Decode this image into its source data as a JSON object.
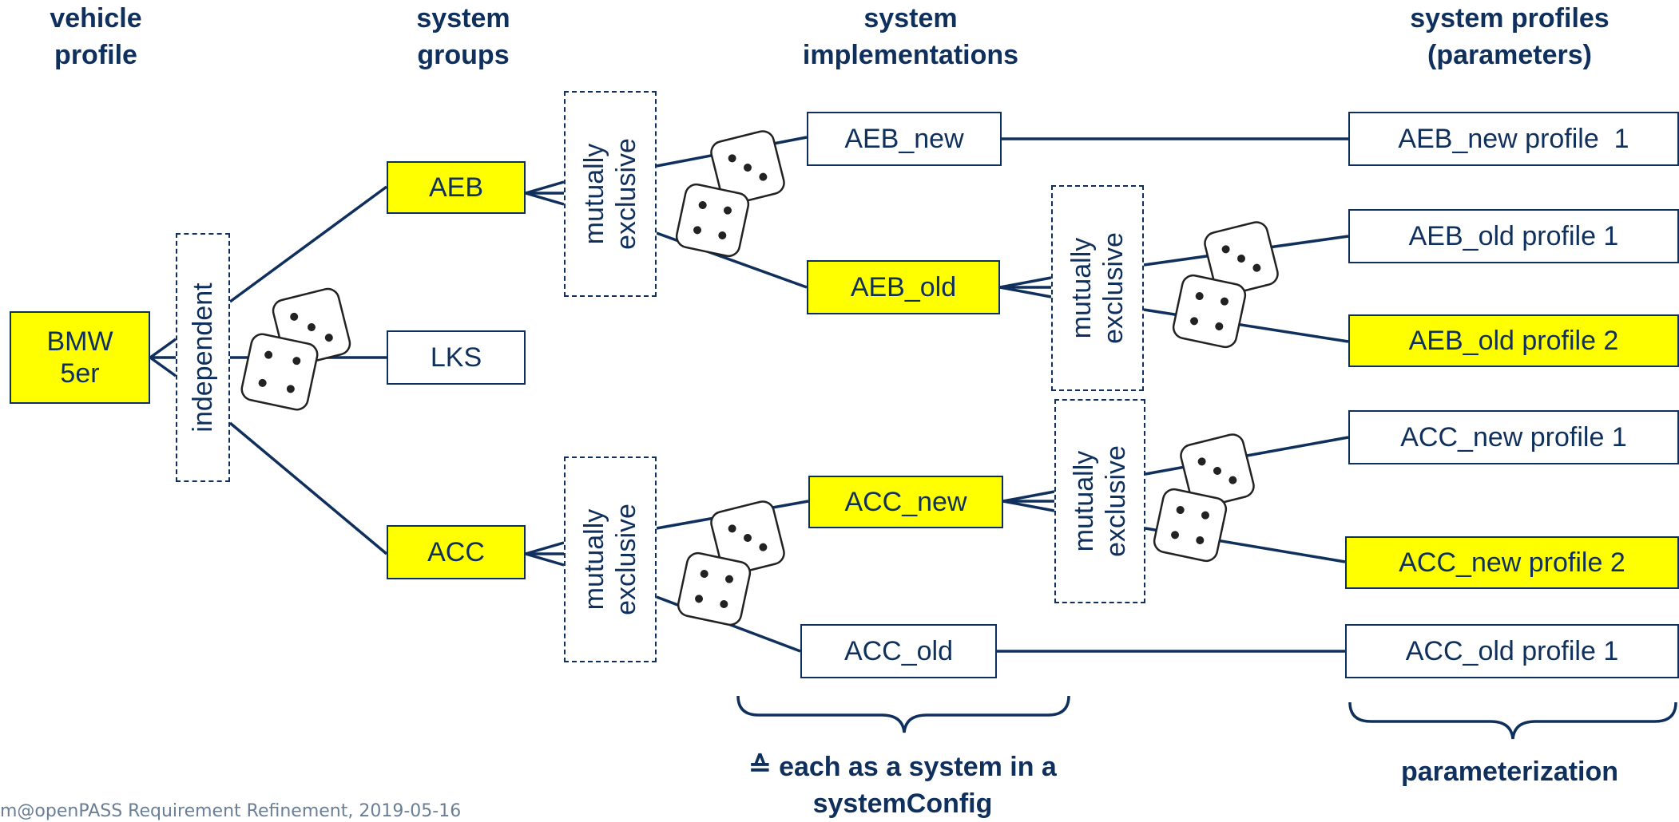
{
  "headers": {
    "vehicle_profile": "vehicle\nprofile",
    "system_groups": "system\ngroups",
    "system_implementations": "system\nimplementations",
    "system_profiles": "system profiles\n(parameters)"
  },
  "vehicle": {
    "label": "BMW\n5er",
    "selected": true
  },
  "independent_label": "independent",
  "mutex_label": "mutually\nexclusive",
  "groups": [
    {
      "label": "AEB",
      "selected": true
    },
    {
      "label": "LKS",
      "selected": false
    },
    {
      "label": "ACC",
      "selected": true
    }
  ],
  "implementations": [
    {
      "label": "AEB_new",
      "selected": false
    },
    {
      "label": "AEB_old",
      "selected": true
    },
    {
      "label": "ACC_new",
      "selected": true
    },
    {
      "label": "ACC_old",
      "selected": false
    }
  ],
  "profiles": [
    {
      "label": "AEB_new profile  1",
      "selected": false
    },
    {
      "label": "AEB_old profile 1",
      "selected": false
    },
    {
      "label": "AEB_old profile 2",
      "selected": true
    },
    {
      "label": "ACC_new profile 1",
      "selected": false
    },
    {
      "label": "ACC_new profile 2",
      "selected": true
    },
    {
      "label": "ACC_old profile 1",
      "selected": false
    }
  ],
  "notes": {
    "implementations": "≙  each as a system in a\nsystemConfig",
    "profiles": "parameterization"
  },
  "footer": "m@openPASS Requirement Refinement, 2019-05-16",
  "colors": {
    "accent": "#0f2f5c",
    "selected": "#ffff00"
  }
}
